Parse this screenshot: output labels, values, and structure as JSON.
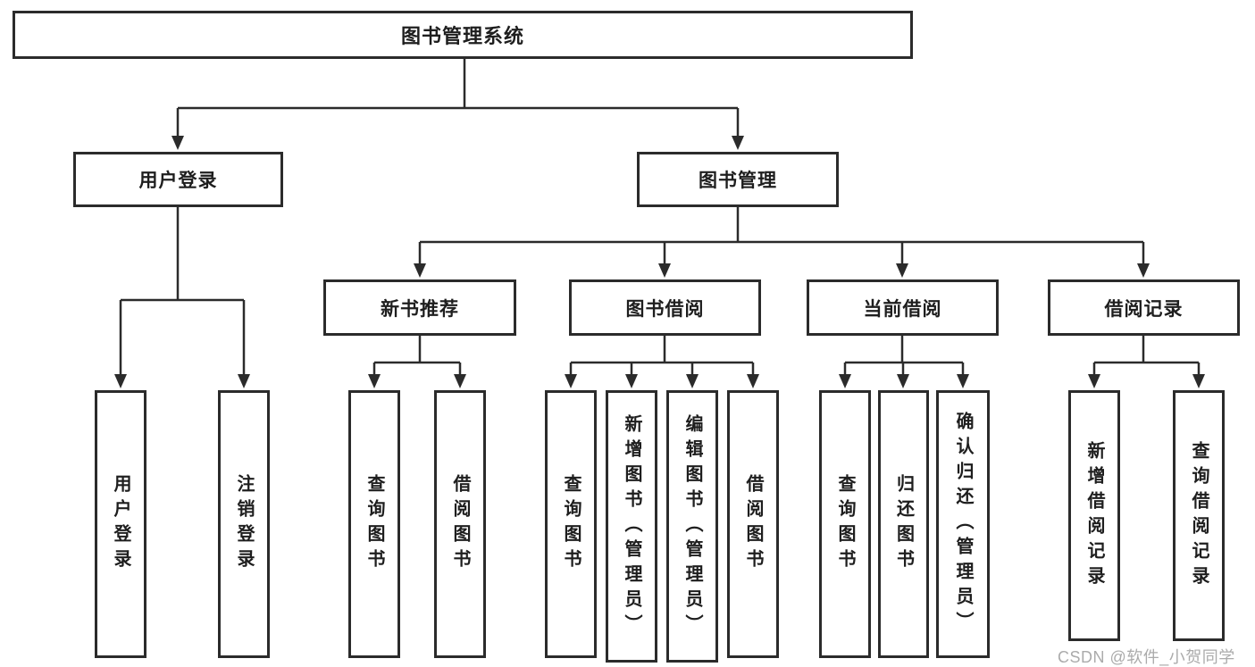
{
  "tree": {
    "label": "图书管理系统",
    "children": [
      {
        "label": "用户登录",
        "children": [
          {
            "label": "用户登录"
          },
          {
            "label": "注销登录"
          }
        ]
      },
      {
        "label": "图书管理",
        "children": [
          {
            "label": "新书推荐",
            "children": [
              {
                "label": "查询图书"
              },
              {
                "label": "借阅图书"
              }
            ]
          },
          {
            "label": "图书借阅",
            "children": [
              {
                "label": "查询图书"
              },
              {
                "label": "新增图书（管理员）"
              },
              {
                "label": "编辑图书（管理员）"
              },
              {
                "label": "借阅图书"
              }
            ]
          },
          {
            "label": "当前借阅",
            "children": [
              {
                "label": "查询图书"
              },
              {
                "label": "归还图书"
              },
              {
                "label": "确认归还（管理员）"
              }
            ]
          },
          {
            "label": "借阅记录",
            "children": [
              {
                "label": "新增借阅记录"
              },
              {
                "label": "查询借阅记录"
              }
            ]
          }
        ]
      }
    ]
  },
  "watermark": {
    "text": "CSDN @软件_小贺同学"
  },
  "colors": {
    "line": "#2b2b2b",
    "border": "#2b2b2b",
    "text": "#1e1e1e",
    "watermark": "#ababab",
    "background": "#ffffff"
  }
}
